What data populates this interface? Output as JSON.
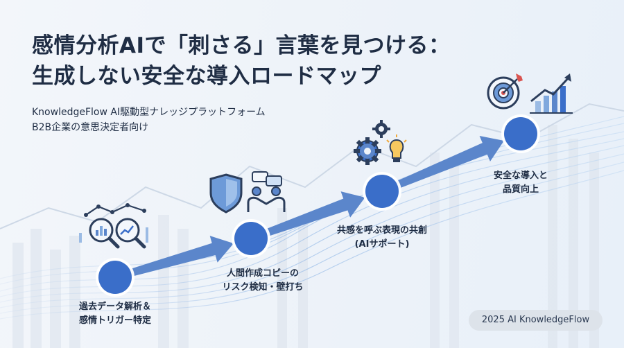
{
  "title": {
    "line1": "感情分析AIで「刺さる」言葉を見つける：",
    "line2": "生成しない安全な導入ロードマップ"
  },
  "subtitle": {
    "line1": "KnowledgeFlow AI駆動型ナレッジプラットフォーム",
    "line2": "B2B企業の意思決定者向け"
  },
  "steps": [
    {
      "label_line1": "過去データ解析＆",
      "label_line2": "感情トリガー特定",
      "icon": "magnifier-chart-icon"
    },
    {
      "label_line1": "人間作成コピーの",
      "label_line2": "リスク検知・壁打ち",
      "icon": "shield-handshake-icon"
    },
    {
      "label_line1": "共感を呼ぶ表現の共創",
      "label_line2": "(AIサポート)",
      "icon": "gears-lightbulb-icon"
    },
    {
      "label_line1": "安全な導入と",
      "label_line2": "品質向上",
      "icon": "target-growth-icon"
    }
  ],
  "footer": {
    "badge": "2025 AI KnowledgeFlow"
  },
  "colors": {
    "node_fill": "#3a6ec9",
    "arrow_fill": "#5b86cb",
    "title_text": "#1f2d44",
    "badge_bg": "#dde3ea"
  }
}
